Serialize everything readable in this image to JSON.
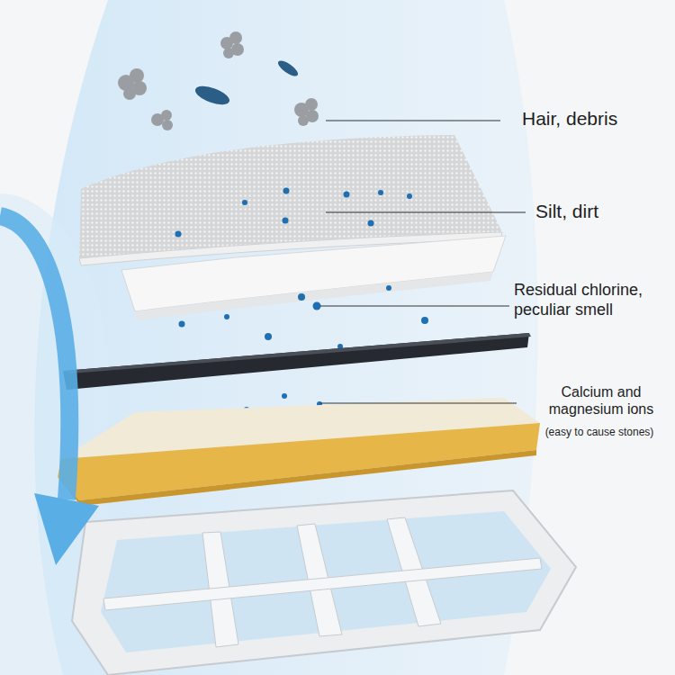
{
  "diagram": {
    "labels": [
      "Hair, debris",
      "Silt, dirt",
      "Residual chlorine, peculiar smell",
      "Calcium and magnesium ions",
      "(easy to cause stones)"
    ]
  }
}
